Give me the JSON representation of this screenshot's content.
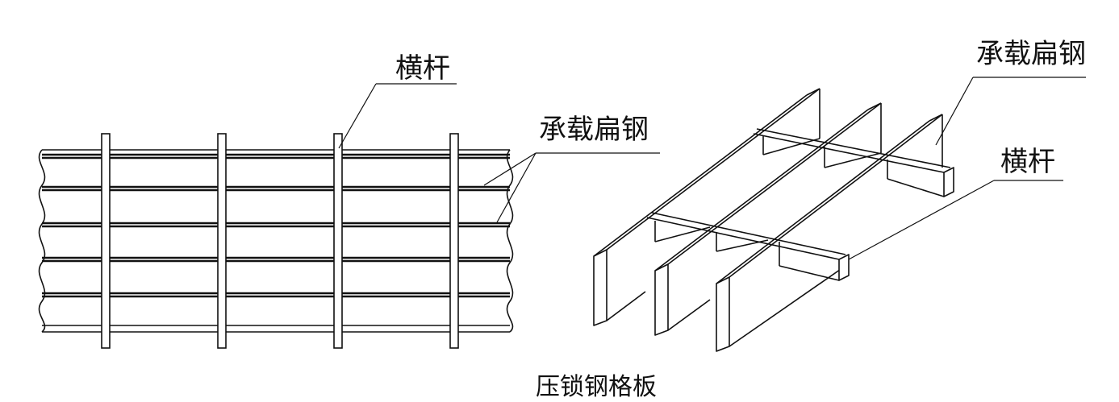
{
  "labels": {
    "plan_crossbar": "横杆",
    "plan_bearing_bar": "承载扁钢",
    "iso_bearing_bar": "承载扁钢",
    "iso_crossbar": "横杆"
  },
  "caption": "压锁钢格板",
  "colors": {
    "line": "#111111",
    "background": "#ffffff"
  }
}
